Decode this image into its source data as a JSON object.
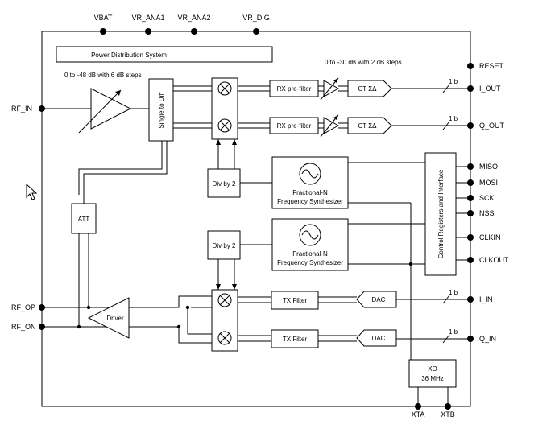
{
  "top_pins": [
    "VBAT",
    "VR_ANA1",
    "VR_ANA2",
    "VR_DIG"
  ],
  "right_pins": {
    "reset": "RESET",
    "i_out": "I_OUT",
    "q_out": "Q_OUT",
    "miso": "MISO",
    "mosi": "MOSI",
    "sck": "SCK",
    "nss": "NSS",
    "clkin": "CLKIN",
    "clkout": "CLKOUT",
    "i_in": "I_IN",
    "q_in": "Q_IN"
  },
  "left_pins": {
    "rf_in": "RF_IN",
    "rf_op": "RF_OP",
    "rf_on": "RF_ON"
  },
  "bottom_pins": {
    "xta": "XTA",
    "xtb": "XTB"
  },
  "blocks": {
    "power": "Power Distribution System",
    "lna_note": "0 to -48 dB with 6 dB steps",
    "vga_note": "0 to -30 dB with 2 dB steps",
    "single_to_diff": "Single to Diff",
    "rx_prefilter": "RX pre-filter",
    "ct_sd": "CT ΣΔ",
    "bits": "1 b",
    "div2": "Div by 2",
    "synth_l1": "Fractional-N",
    "synth_l2": "Frequency Synthesizer",
    "control": "Control Registers and Interface",
    "att": "ATT",
    "driver": "Driver",
    "tx_filter": "TX Filter",
    "dac": "DAC",
    "xo_l1": "XO",
    "xo_l2": "36 MHz"
  }
}
